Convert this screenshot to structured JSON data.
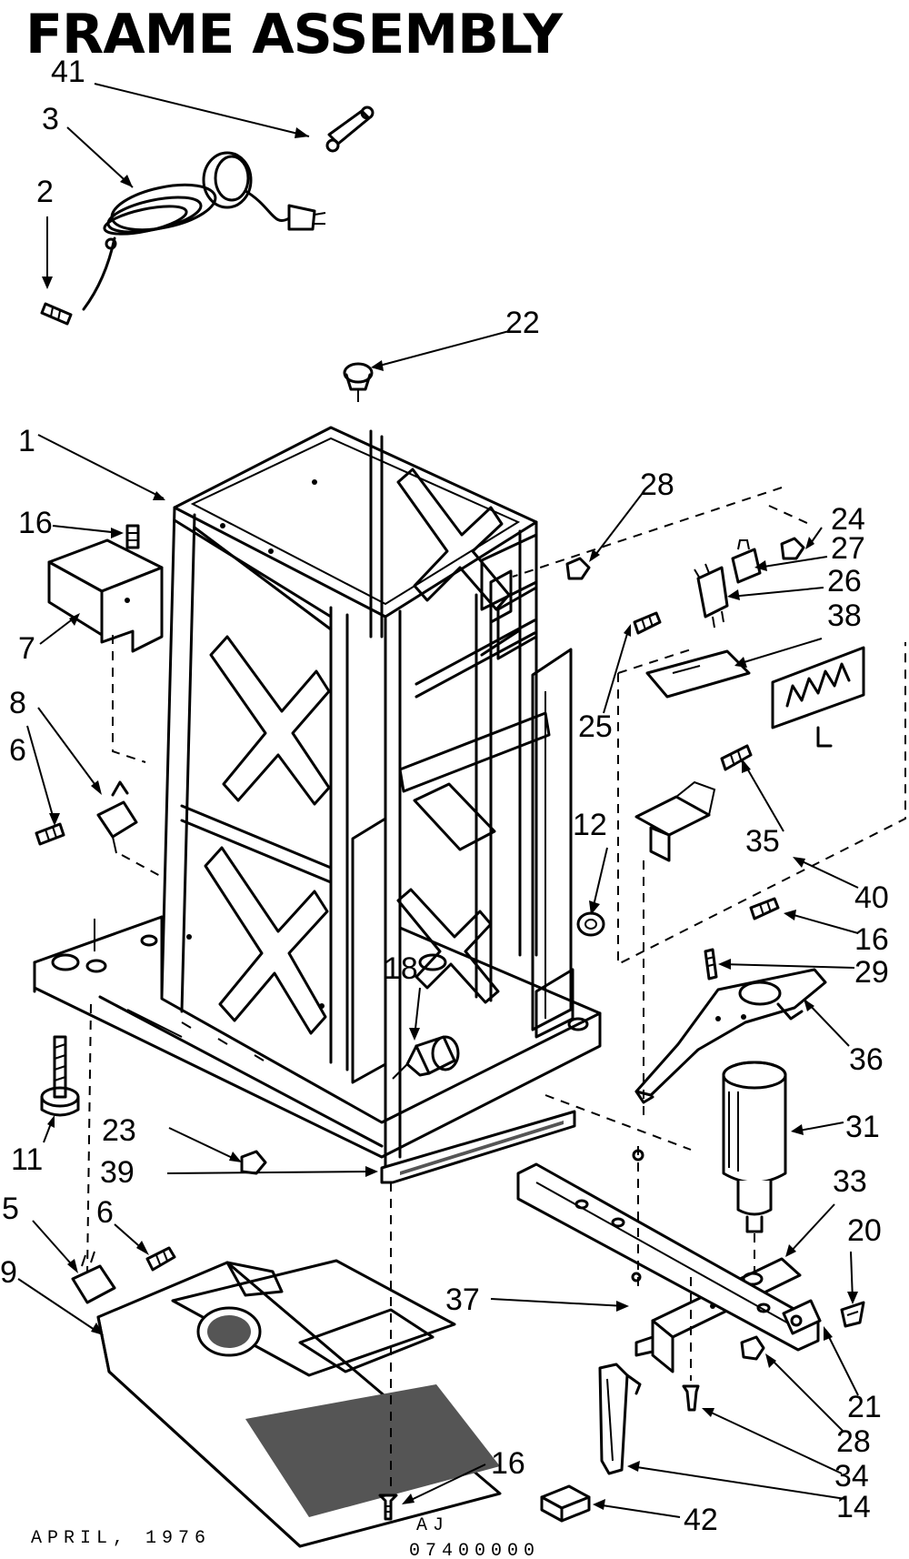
{
  "title": "FRAME ASSEMBLY",
  "footer": {
    "date": "APRIL, 1976",
    "code_line1": "AJ",
    "code_line2": "07400000"
  },
  "callouts": {
    "c1": "1",
    "c2": "2",
    "c3": "3",
    "c5": "5",
    "c6a": "6",
    "c6b": "6",
    "c7": "7",
    "c8": "8",
    "c9": "9",
    "c11": "11",
    "c12": "12",
    "c14": "14",
    "c16a": "16",
    "c16b": "16",
    "c16c": "16",
    "c18": "18",
    "c20": "20",
    "c21": "21",
    "c22": "22",
    "c23": "23",
    "c24": "24",
    "c25": "25",
    "c26": "26",
    "c27": "27",
    "c28a": "28",
    "c28b": "28",
    "c29": "29",
    "c31": "31",
    "c33": "33",
    "c34": "34",
    "c35": "35",
    "c36": "36",
    "c37": "37",
    "c38": "38",
    "c39": "39",
    "c40": "40",
    "c41": "41",
    "c42": "42"
  }
}
